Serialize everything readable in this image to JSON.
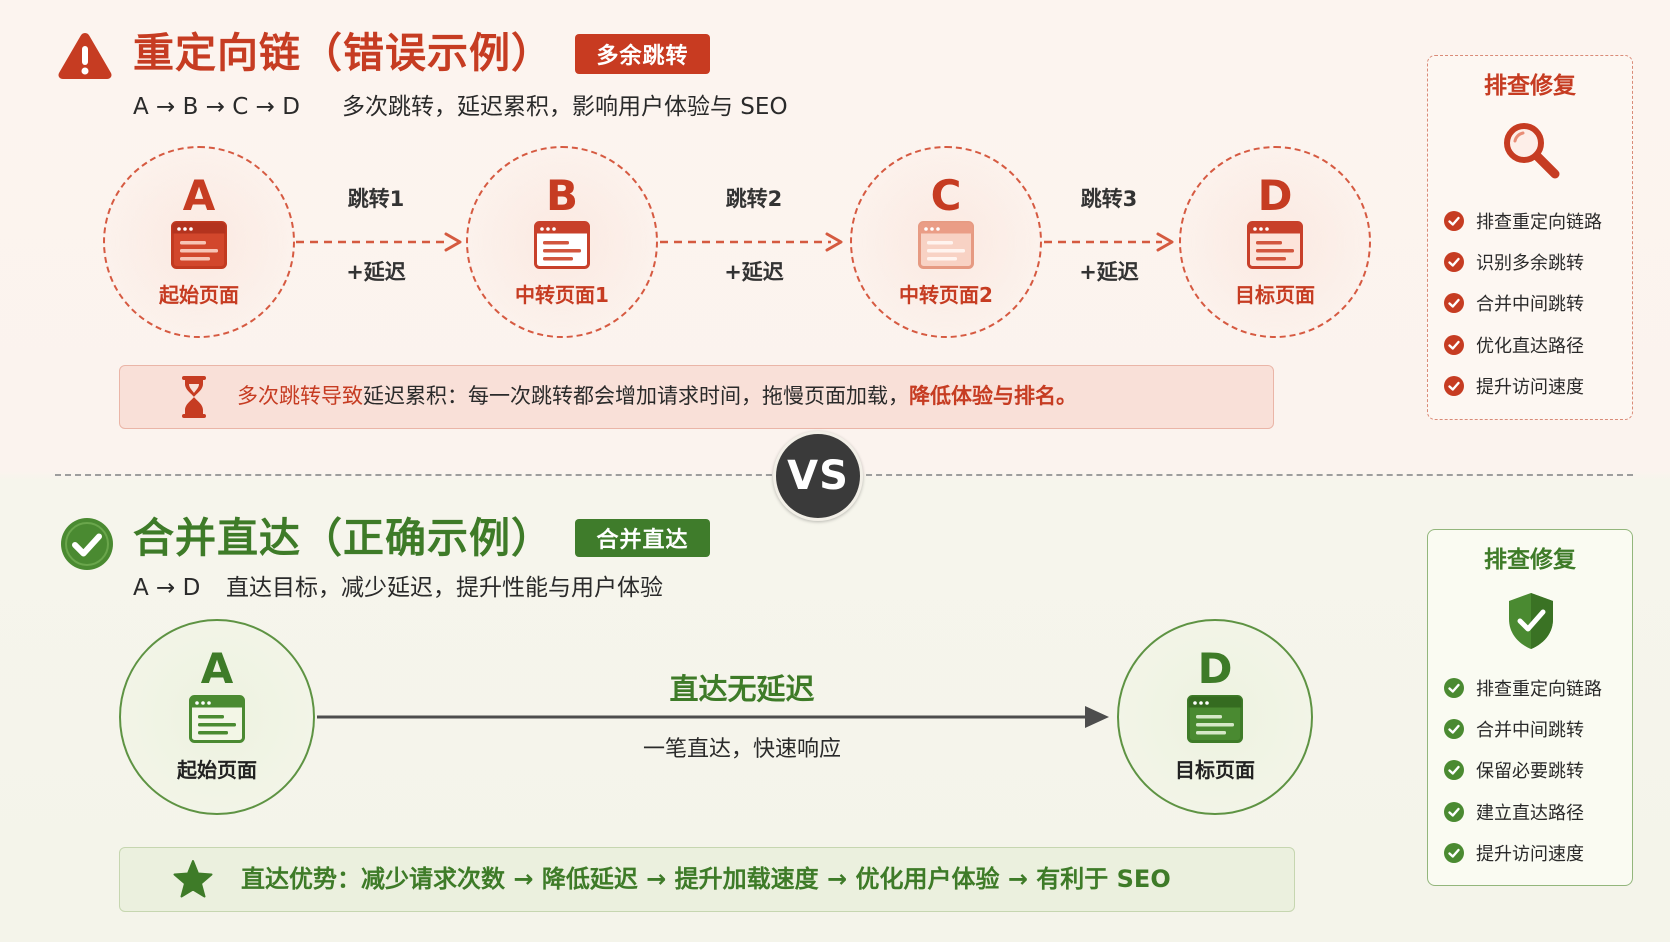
{
  "colors": {
    "wrong_red": "#c63c22",
    "right_green": "#3e7b28",
    "text_dark": "#2a2a2a",
    "vs_dark": "#3a3a3a",
    "notice_bg": "#f9e0d8",
    "benefits_bg": "#ebf0de"
  },
  "wrong_example": {
    "icon": "warning-triangle-icon",
    "title": "重定向链（错误示例）",
    "badge": "多余跳转",
    "path": "A → B → C → D",
    "description": "多次跳转，延迟累积，影响用户体验与 SEO",
    "nodes": [
      {
        "letter": "A",
        "label": "起始页面",
        "icon": "browser-page-icon"
      },
      {
        "letter": "B",
        "label": "中转页面1",
        "icon": "browser-page-icon"
      },
      {
        "letter": "C",
        "label": "中转页面2",
        "icon": "browser-page-icon"
      },
      {
        "letter": "D",
        "label": "目标页面",
        "icon": "browser-page-icon"
      }
    ],
    "hops": [
      {
        "label": "跳转1",
        "delay": "+延迟"
      },
      {
        "label": "跳转2",
        "delay": "+延迟"
      },
      {
        "label": "跳转3",
        "delay": "+延迟"
      }
    ],
    "notice": {
      "icon": "hourglass-icon",
      "lead": "多次跳转导致",
      "body": "延迟累积：每一次跳转都会增加请求时间，拖慢页面加载，",
      "emphasis": "降低体验与排名。"
    },
    "panel": {
      "title": "排查修复",
      "icon": "magnifier-icon",
      "items": [
        "排查重定向链路",
        "识别多余跳转",
        "合并中间跳转",
        "优化直达路径",
        "提升访问速度"
      ]
    }
  },
  "divider": {
    "label": "VS"
  },
  "correct_example": {
    "icon": "check-circle-icon",
    "title": "合并直达（正确示例）",
    "badge": "合并直达",
    "path": "A → D",
    "description": "直达目标，减少延迟，提升性能与用户体验",
    "nodes": [
      {
        "letter": "A",
        "label": "起始页面",
        "icon": "browser-page-icon"
      },
      {
        "letter": "D",
        "label": "目标页面",
        "icon": "browser-page-icon"
      }
    ],
    "link": {
      "label": "直达无延迟",
      "caption": "一笔直达，快速响应"
    },
    "benefits": {
      "icon": "star-icon",
      "text": "直达优势：减少请求次数 → 降低延迟 → 提升加载速度 → 优化用户体验 → 有利于 SEO"
    },
    "panel": {
      "title": "排查修复",
      "icon": "shield-check-icon",
      "items": [
        "排查重定向链路",
        "合并中间跳转",
        "保留必要跳转",
        "建立直达路径",
        "提升访问速度"
      ]
    }
  }
}
